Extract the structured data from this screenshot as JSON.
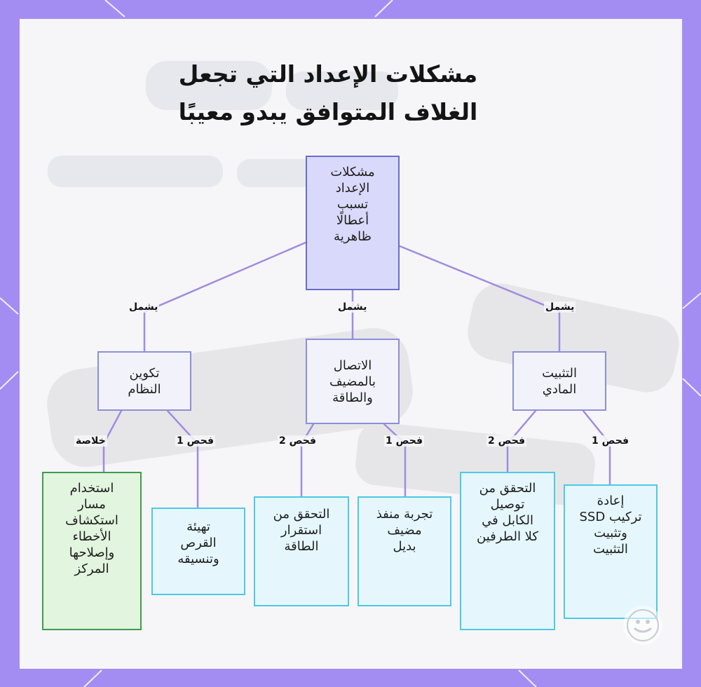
{
  "title": {
    "line1": "مشكلات الإعداد التي تجعل",
    "line2": "الغلاف المتوافق يبدو معيبًا"
  },
  "nodes": {
    "root": [
      "مشكلات",
      "الإعداد",
      "تسبب",
      "أعطالًا",
      "ظاهرية"
    ],
    "system_config": [
      "تكوين",
      "النظام"
    ],
    "host_power": [
      "الاتصال",
      "بالمضيف",
      "والطاقة"
    ],
    "physical_install": [
      "التثبيت",
      "المادي"
    ],
    "troubleshoot": [
      "استخدام",
      "مسار",
      "استكشاف",
      "الأخطاء",
      "وإصلاحها",
      "المركز"
    ],
    "init_disk": [
      "تهيئة",
      "القرص",
      "وتنسيقه"
    ],
    "check_power": [
      "التحقق من",
      "استقرار",
      "الطاقة"
    ],
    "try_port": [
      "تجربة منفذ",
      "مضيف",
      "بديل"
    ],
    "check_cable": [
      "التحقق من",
      "توصيل",
      "الكابل في",
      "كلا الطرفين"
    ],
    "reseat_ssd": [
      "إعادة",
      "تركيب SSD",
      "وتثبيت",
      "التثبيت"
    ]
  },
  "edge_labels": {
    "includes_left": "يشمل",
    "includes_mid": "يشمل",
    "includes_right": "يشمل",
    "conclusion": "خلاصة",
    "check1_left": "فحص 1",
    "check2_mid": "فحص 2",
    "check1_mid": "فحص 1",
    "check2_right": "فحص 2",
    "check1_right": "فحص 1"
  },
  "colors": {
    "frame": "#a48df2",
    "card": "#f6f6f9",
    "connector": "#a08ce0",
    "root_fill": "#d9d9fb",
    "root_border": "#6a6ccc",
    "mid_fill": "#f2f2fb",
    "mid_border": "#8c90d6",
    "leaf_fill": "#e5f7fd",
    "leaf_border": "#4dc9e6",
    "conclusion_fill": "#e2f5df",
    "conclusion_border": "#3f9d4a"
  }
}
